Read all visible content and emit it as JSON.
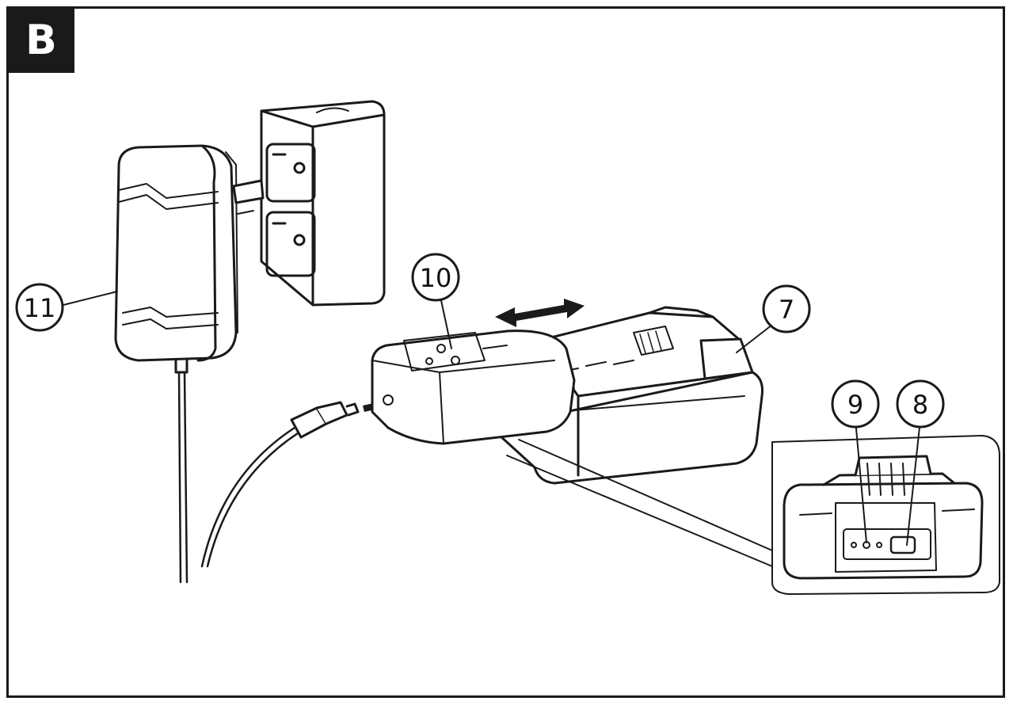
{
  "figure": {
    "panel_label": "B",
    "callouts": {
      "adapter": "11",
      "charger": "10",
      "battery": "7",
      "led": "9",
      "socket": "8"
    }
  },
  "colors": {
    "ink": "#1a1a1a",
    "paper": "#ffffff",
    "shade": "#e8e8e8"
  },
  "icons": [
    "double-arrow-icon",
    "insert-arrow-icon"
  ]
}
